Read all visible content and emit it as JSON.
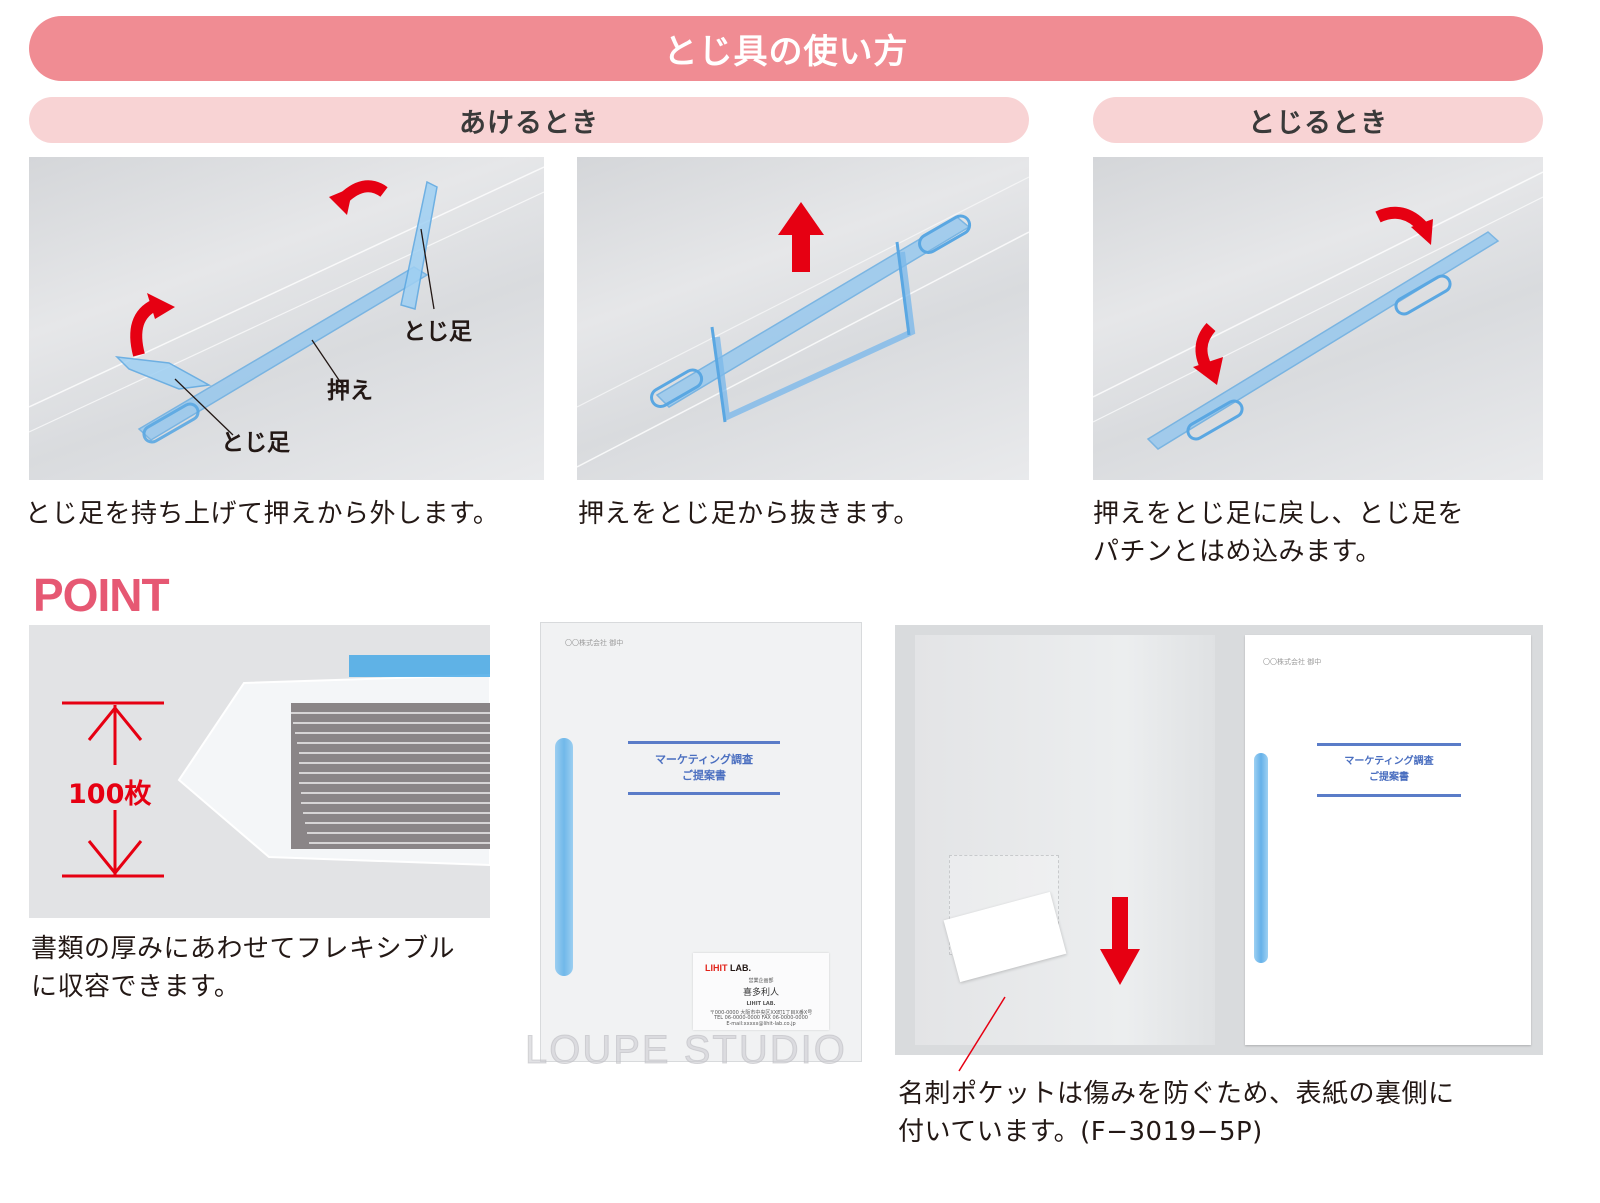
{
  "header": {
    "title": "とじ具の使い方",
    "colors": {
      "main_pill": "#f08c93",
      "sub_pill": "#f8d3d4",
      "accent_red": "#e60012",
      "point_pink": "#e65873"
    }
  },
  "sections": {
    "open": {
      "title": "あけるとき",
      "steps": [
        {
          "caption": "とじ足を持ち上げて押えから外します。",
          "labels": {
            "leg_right": "とじ足",
            "presser": "押え",
            "leg_left": "とじ足"
          },
          "arrows": [
            "curved-arrow-left",
            "curved-arrow-up"
          ]
        },
        {
          "caption": "押えをとじ足から抜きます。",
          "arrows": [
            "arrow-up"
          ]
        }
      ]
    },
    "close": {
      "title": "とじるとき",
      "steps": [
        {
          "caption_lines": [
            "押えをとじ足に戻し、とじ足を",
            "パチンとはめ込みます。"
          ],
          "arrows": [
            "curved-arrow-down-right",
            "curved-arrow-down-left"
          ]
        }
      ]
    }
  },
  "point": {
    "title": "POINT",
    "capacity": {
      "label": "100枚",
      "caption_lines": [
        "書類の厚みにあわせてフレキシブル",
        "に収容できます。"
      ]
    },
    "folder_front": {
      "header_note": "〇〇株式会社 御中",
      "doc_title_lines": [
        "マーケティング調査",
        "ご提案書"
      ],
      "business_card": {
        "brand_red": "LIHIT",
        "brand_black": "LAB.",
        "role": "営業企画部",
        "name": "喜多利人",
        "company": "LIHIT LAB.",
        "address_lines": [
          "〒000-0000 大阪市中央区XX町1丁目X番X号",
          "TEL 06-0000-0000 FAX 06-0000-0000",
          "E-mail:xxxxx@lihit-lab.co.jp"
        ]
      },
      "watermark": "LOUPE STUDIO"
    },
    "folder_open": {
      "header_note": "〇〇株式会社 御中",
      "doc_title_lines": [
        "マーケティング調査",
        "ご提案書"
      ],
      "caption_lines": [
        "名刺ポケットは傷みを防ぐため、表紙の裏側に",
        "付いています。(F−3019−5P)"
      ]
    }
  }
}
